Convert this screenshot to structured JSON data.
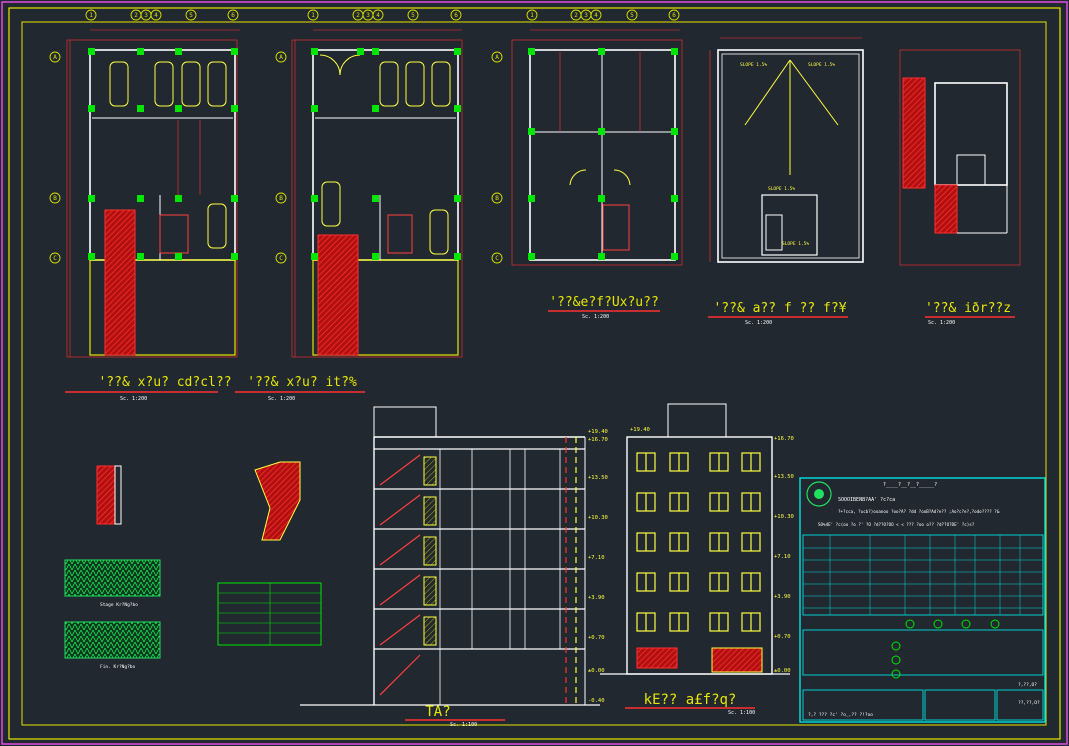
{
  "colors": {
    "background": "#212830",
    "frame_outer": "#e04ee0",
    "frame_inner": "#e6e600",
    "wall": "#ffffff",
    "column": "#00e600",
    "dimension": "#ff3030",
    "hatch": "#e02020",
    "furniture": "#ffff40",
    "grid_bubble": "#d8e000",
    "table": "#00e0e0",
    "title_underline": "#ff3030",
    "title_text": "#e6e600",
    "stair": "#ff4040"
  },
  "plans": [
    {
      "title": "'??& x?u? cd?cl??",
      "scale": "Sc. 1:200"
    },
    {
      "title": "'??& x?u? it?%",
      "scale": "Sc. 1:200"
    },
    {
      "title": "'??&e?f?Ux?u??",
      "scale": "Sc. 1:200"
    },
    {
      "title": "'??& a?? f ?? f?¥",
      "scale": "Sc. 1:200"
    },
    {
      "title": "'??& iðr??z",
      "scale": "Sc. 1:200"
    }
  ],
  "grid_top_labels": [
    "1",
    "2",
    "3",
    "4",
    "5",
    "6"
  ],
  "grid_side_labels": [
    "A",
    "B",
    "C"
  ],
  "roof_notes": [
    "SLOPE 1.5%",
    "SLOPE 1.5%",
    "SLOPE 1.5%",
    "SLOPE 1.5%"
  ],
  "section_view": {
    "title": "TA?",
    "scale": "Sc. 1:100",
    "levels": [
      "+19.40",
      "+16.70",
      "+13.50",
      "+10.30",
      "+7.10",
      "+3.90",
      "+0.70",
      "±0.00",
      "-0.40"
    ]
  },
  "elevation_view": {
    "title": "kE?? a£f?q?",
    "scale": "Sc. 1:100",
    "levels": [
      "+19.40",
      "+16.70",
      "+13.50",
      "+10.30",
      "+7.10",
      "+3.90",
      "+0.70",
      "±0.00"
    ]
  },
  "detail_labels": [
    "Stage Kr?Ng?bo",
    "Fin. Kr?Ng?bo"
  ],
  "title_block": {
    "header": "?____?__?__?_____?",
    "line1": "SOOOIBENB?AA' ?c?ca",
    "line2": "?+?cca, ?ucb?)ooanoo ?oo?A? ?dd ?ooB?Ad?e?? ;Ao?c?e?,?odo???? ?&",
    "line3": "SO%4E' ?c(oo ?o ?' ?O ?d??O?OO < < ??? ?oo o?? ?d??O?DE' ?c)s?",
    "notes": [
      "?,??,O?",
      "??,??,O?",
      "?,? ??? ?c' ?o_,?? ?!?oo"
    ]
  }
}
